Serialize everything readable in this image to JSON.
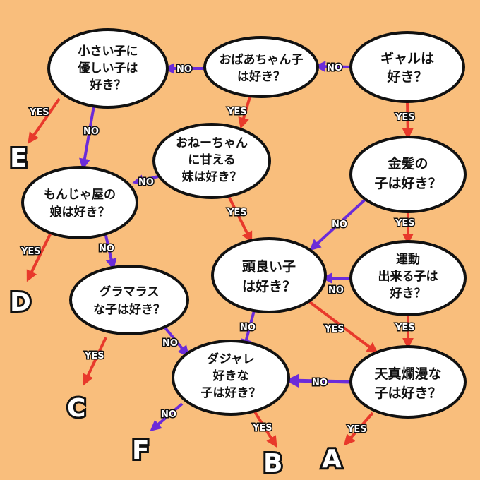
{
  "colors": {
    "background": "#F9BE7C",
    "yes": "#E8392B",
    "no": "#6B2BD9"
  },
  "nodes": {
    "gal": [
      "ギャルは",
      "好き？"
    ],
    "grandma": [
      "おばあちゃん子",
      "は好き？"
    ],
    "small_kids": [
      "小さい子に",
      "優しい子は",
      "好き？"
    ],
    "blonde": [
      "金髪の",
      "子は好き？"
    ],
    "onee": [
      "おねーちゃん",
      "に甘える",
      "妹は好き？"
    ],
    "monja": [
      "もんじゃ屋の",
      "娘は好き？"
    ],
    "sports": [
      "運動",
      "出来る子は",
      "好き？"
    ],
    "smart": [
      "頭良い子",
      "は好き？"
    ],
    "glamour": [
      "グラマラス",
      "な子は好き？"
    ],
    "innocent": [
      "天真爛漫な",
      "子は好き？"
    ],
    "pun": [
      "ダジャレ",
      "好きな",
      "子は好き？"
    ]
  },
  "labels": {
    "yes": "YES",
    "no": "NO"
  },
  "results": {
    "a": "A",
    "b": "B",
    "c": "C",
    "d": "D",
    "e": "E",
    "f": "F"
  }
}
